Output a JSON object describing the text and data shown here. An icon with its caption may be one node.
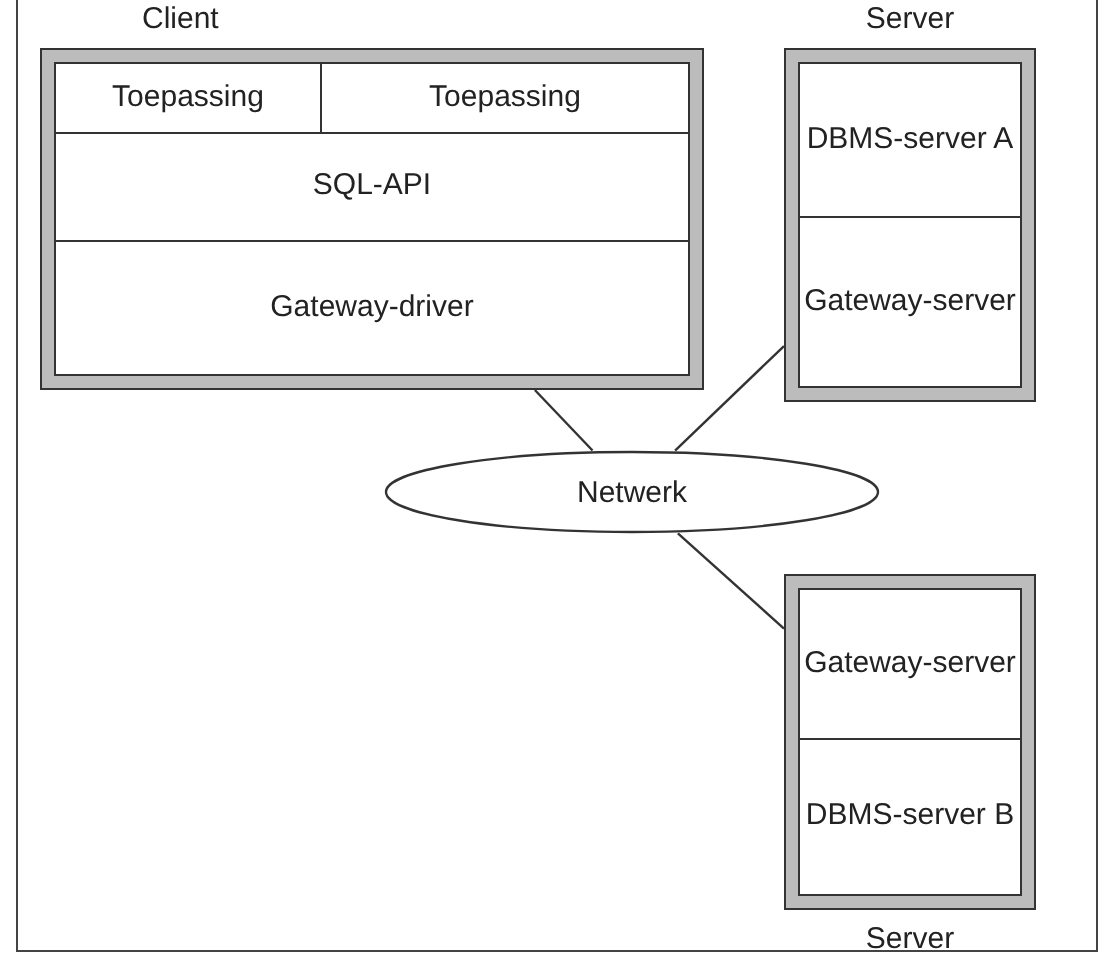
{
  "diagram": {
    "nodes": [
      {
        "text": [
          "Client"
        ]
      },
      {
        "text": [
          "Toepassing"
        ],
        "in": 0
      },
      {
        "text": [
          "Toepassing"
        ],
        "in": 0
      },
      {
        "text": [
          "SQL-API"
        ],
        "in": 0
      },
      {
        "text": [
          "Gateway-driver"
        ],
        "in": 0
      },
      {
        "text": [
          "Server"
        ]
      },
      {
        "text": [
          "DBMS-server A"
        ],
        "in": 5
      },
      {
        "text": [
          "Gateway-server"
        ],
        "in": 5
      },
      {
        "text": [
          "Netwerk"
        ]
      },
      {
        "text": [
          "Server"
        ]
      },
      {
        "text": [
          "Gateway-server"
        ],
        "in": 9
      },
      {
        "text": [
          "DBMS-server B"
        ],
        "in": 9
      }
    ],
    "edges": [
      {
        "from": 0,
        "to": 8,
        "arrow": "none"
      },
      {
        "from": 5,
        "to": 8,
        "arrow": "none"
      },
      {
        "from": 8,
        "to": 9,
        "arrow": "none"
      }
    ]
  }
}
